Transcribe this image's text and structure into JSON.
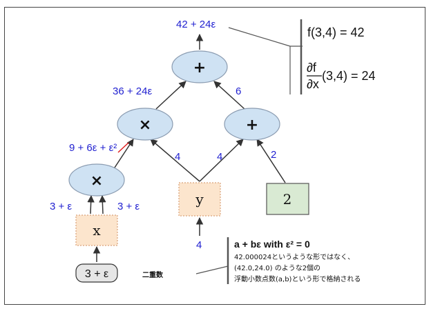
{
  "nodes": {
    "top_plus": "+",
    "mid_times": "×",
    "mid_plus": "+",
    "low_times": "×"
  },
  "leaves": {
    "x": "x",
    "y": "y",
    "two": "2",
    "input": "3 + ε"
  },
  "labels": {
    "output": "42 + 24ε",
    "mid_left": "36 + 24ε",
    "mid_right": "6",
    "low_left_main": "9 + 6ε + ",
    "low_left_struck": "ε²",
    "edge_y_left": "4",
    "edge_y_right": "4",
    "edge_two": "2",
    "x_left": "3 + ε",
    "x_right": "3 + ε",
    "y_input": "4"
  },
  "result_box": {
    "f_value": "f(3,4) = 42",
    "deriv_num": "∂f",
    "deriv_den": "∂x",
    "deriv_rest": "(3,4) = 24"
  },
  "annotation": {
    "dual_number": "二重数",
    "title": "a + bε  with ε² = 0",
    "lines": [
      "42.000024というような形ではなく、",
      "(42.0,24.0) のような2個の",
      "浮動小数点数(a,b)という形で格納される"
    ]
  },
  "colors": {
    "op_fill": "#cfe2f3",
    "op_stroke": "#8a9bb0",
    "leaf_fill": "#fce5cd",
    "const_fill": "#d9ead3",
    "input_fill": "#e6e6e6",
    "label_blue": "#1f1fd0",
    "strike_red": "#e02020"
  }
}
